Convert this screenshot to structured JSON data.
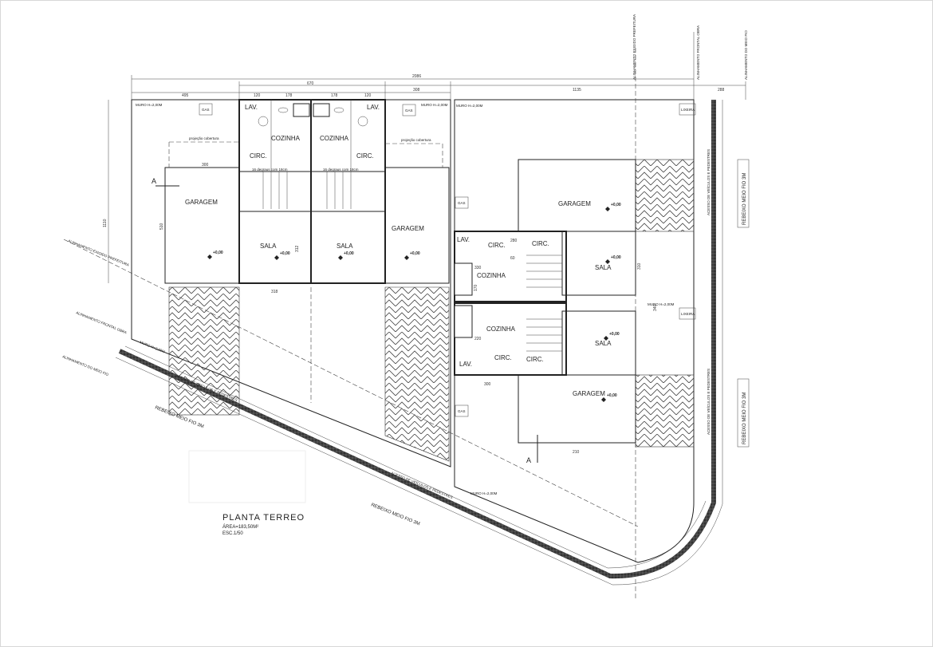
{
  "drawing": {
    "title": "PLANTA TERREO",
    "area": "ÁREA=183,50M²",
    "scale": "ESC.1/50",
    "section_marker": "A"
  },
  "dimensions": {
    "total": "2086",
    "row2": [
      "670",
      "308",
      "1135",
      "288"
    ],
    "row3": [
      "495",
      "120",
      "178",
      "178",
      "120"
    ],
    "side": "1110",
    "misc": [
      "300",
      "510",
      "312",
      "318",
      "310",
      "340",
      "280",
      "210",
      "330",
      "220",
      "170",
      "60",
      "300"
    ]
  },
  "rooms": [
    {
      "label": "LAV."
    },
    {
      "label": "COZINHA"
    },
    {
      "label": "CIRC."
    },
    {
      "label": "GARAGEM"
    },
    {
      "label": "SALA"
    },
    {
      "label": "LAV."
    },
    {
      "label": "COZINHA"
    },
    {
      "label": "CIRC."
    },
    {
      "label": "GARAGEM"
    },
    {
      "label": "SALA"
    },
    {
      "label": "GARAGEM"
    },
    {
      "label": "SALA"
    },
    {
      "label": "LAV."
    },
    {
      "label": "CIRC."
    },
    {
      "label": "CIRC."
    },
    {
      "label": "COZINHA"
    },
    {
      "label": "COZINHA"
    },
    {
      "label": "CIRC."
    },
    {
      "label": "CIRC."
    },
    {
      "label": "LAV."
    },
    {
      "label": "SALA"
    },
    {
      "label": "GARAGEM"
    }
  ],
  "annotations": {
    "wall": "MURO H=2,00M",
    "gas": "GAS",
    "trash": "LIXEIRA",
    "roof_projection": "projeção cobertura",
    "stairs": "16 degraus com 18cm",
    "curb_drop": "REBEIXO MEIO FIO 3M",
    "align_city": "ALINHAMENTO EXIGIDO PREFEITURA",
    "align_front": "ALINHAMENTO FRONTAL OBRA",
    "align_curb": "ALINHAMENTO DO MEIO FIO",
    "access": "ACESSO DE VEÍCULOS E PEDESTRES",
    "level": "+0,00"
  }
}
